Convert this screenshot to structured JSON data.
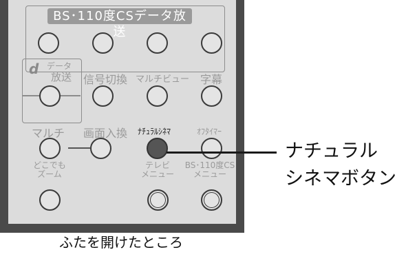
{
  "header_label": "BS･110度CSデータ放送",
  "data_broadcast": {
    "line1": "データ",
    "line2": "放送"
  },
  "row2_labels": [
    "信号切換",
    "マルチビュー",
    "字幕"
  ],
  "row3_labels": [
    "マルチ",
    "画面入換",
    "ﾅﾁｭﾗﾙｼﾈﾏ",
    "ｵﾌﾀｲﾏｰ"
  ],
  "row4_labels": {
    "dokodemo": [
      "どこでも",
      "ズーム"
    ],
    "tv_menu": [
      "テレビ",
      "メニュー"
    ],
    "bs_menu": [
      "BS･110度CS",
      "メニュー"
    ]
  },
  "callout": {
    "line1": "ナチュラル",
    "line2": "シネマボタン"
  },
  "caption": "ふたを開けたところ",
  "colors": {
    "highlight_button": "#555555",
    "label_gray": "#9a9a9a"
  }
}
